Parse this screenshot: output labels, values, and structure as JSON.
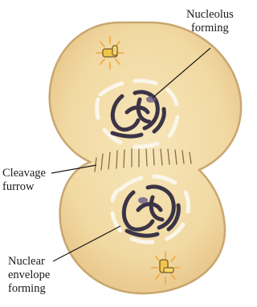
{
  "labels": {
    "nucleolus": [
      "Nucleolus",
      "forming"
    ],
    "cleavage": [
      "Cleavage",
      "furrow"
    ],
    "nuclear": [
      "Nuclear",
      "envelope",
      "forming"
    ]
  },
  "colors": {
    "cell_fill": "#f1d9a2",
    "cell_outline": "#c9a670",
    "chromosome": "#3b3446",
    "envelope_fragment": "#fbf6ea",
    "centrosome_glow": "#f2a63a",
    "centrosome": "#f0c64a",
    "label_text": "#1a1a1a"
  },
  "icons": [
    "centrosome-top-icon",
    "centrosome-bottom-icon"
  ]
}
